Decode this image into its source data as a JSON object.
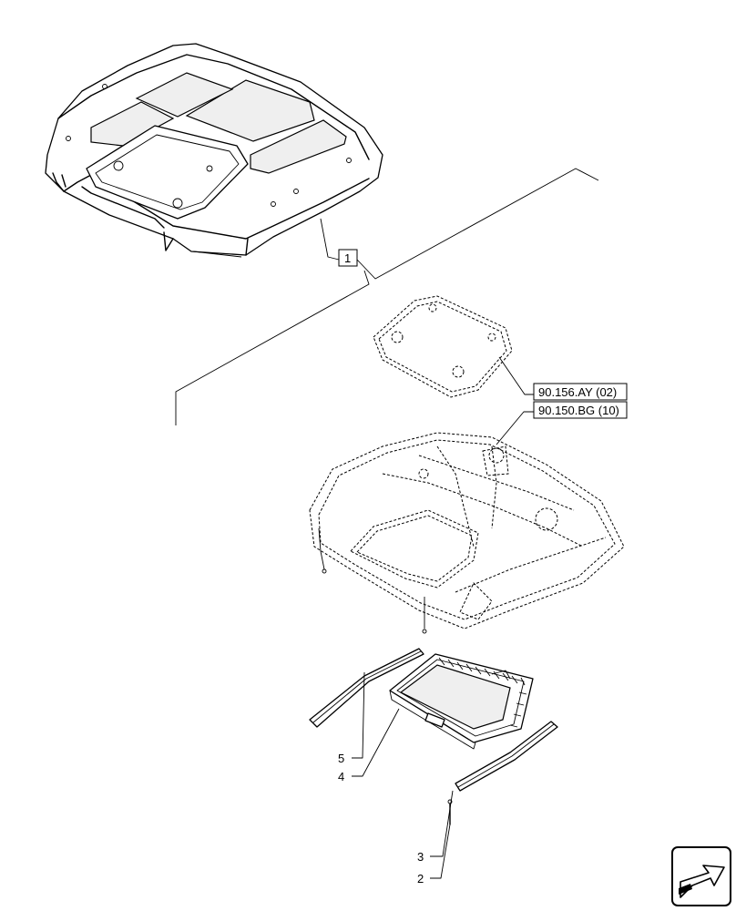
{
  "callouts": {
    "item_1": "1",
    "item_2": "2",
    "item_3": "3",
    "item_4": "4",
    "item_5": "5"
  },
  "references": {
    "ref_a": "90.156.AY (02)",
    "ref_b": "90.150.BG (10)"
  }
}
